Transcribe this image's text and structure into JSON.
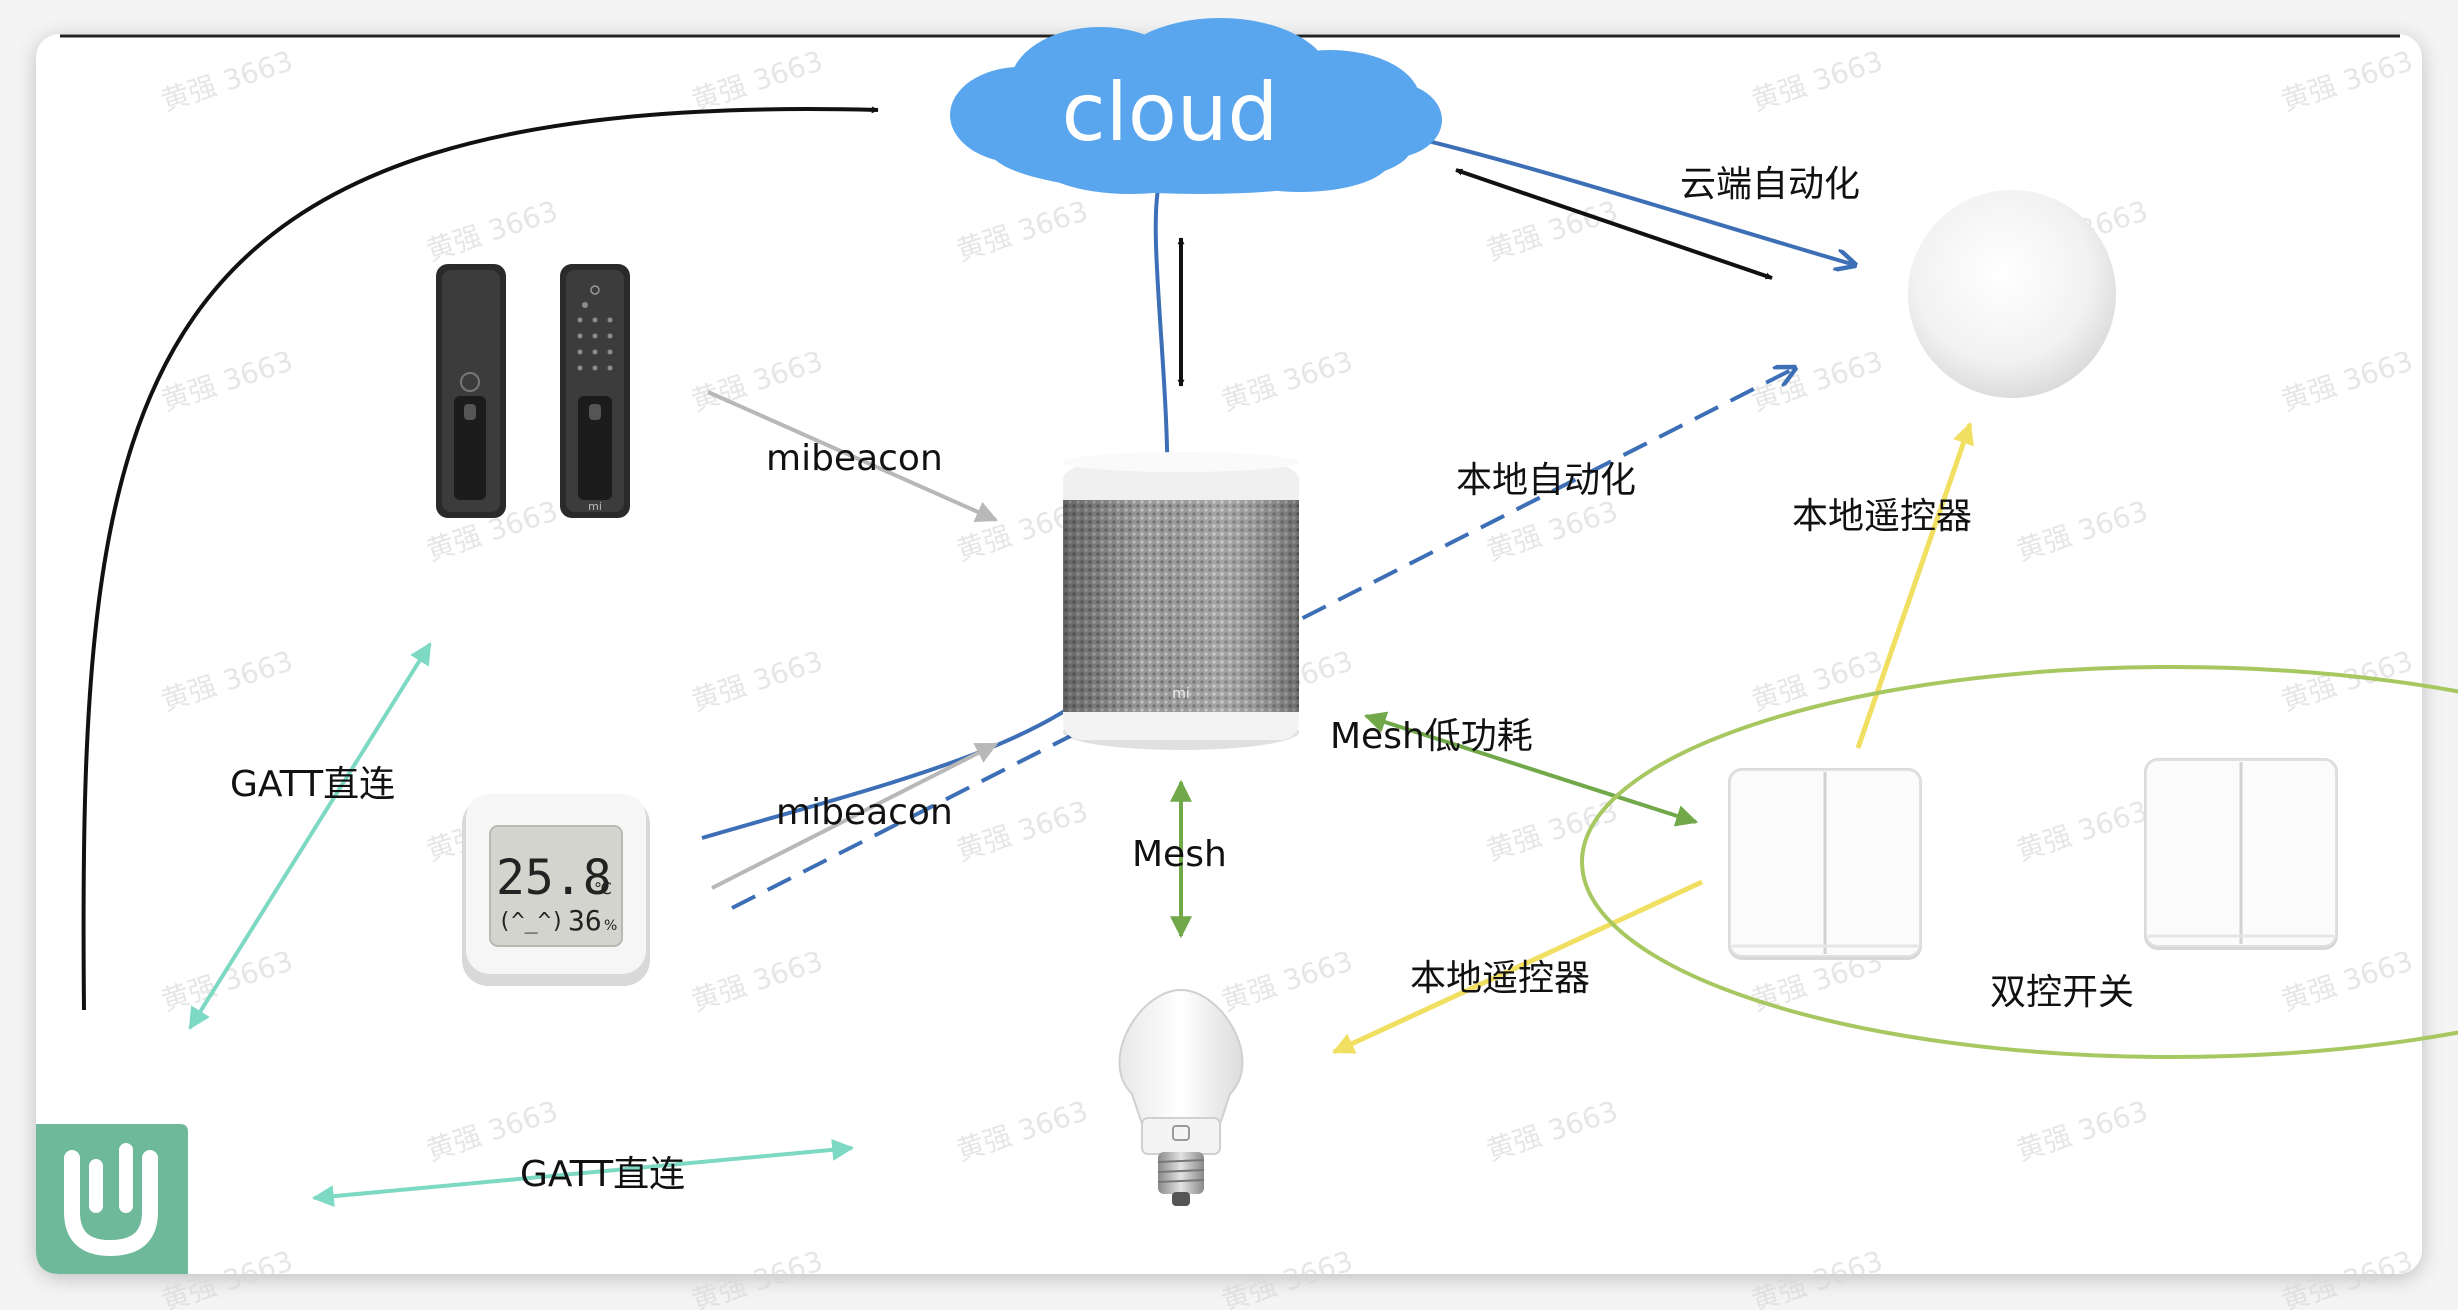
{
  "nodes": {
    "cloud": "cloud",
    "lcd_temp": "25.8",
    "lcd_temp_unit": "℃",
    "lcd_face": "(^_^)",
    "lcd_humidity": "36",
    "lcd_humidity_unit": "%",
    "speaker_logo": "mi",
    "lock_logo": "mi"
  },
  "labels": {
    "cloud_automation": "云端自动化",
    "local_automation": "本地自动化",
    "local_remote_top": "本地遥控器",
    "local_remote_bottom": "本地遥控器",
    "mibeacon_top": "mibeacon",
    "mibeacon_bottom": "mibeacon",
    "gatt_left": "GATT直连",
    "gatt_bottom": "GATT直连",
    "mesh_low_power": "Mesh低功耗",
    "mesh": "Mesh",
    "dual_switch": "双控开关"
  },
  "watermark": "黄强 3663",
  "colors": {
    "cloud": "#5aa6ee",
    "cloud_link": "#3d6fb6",
    "mibeacon": "#b8b8b8",
    "gatt": "#7dd9c4",
    "mesh": "#71a84a",
    "remote": "#f1df62",
    "switch_group": "#a7c760",
    "app_icon": "#6db99a"
  }
}
